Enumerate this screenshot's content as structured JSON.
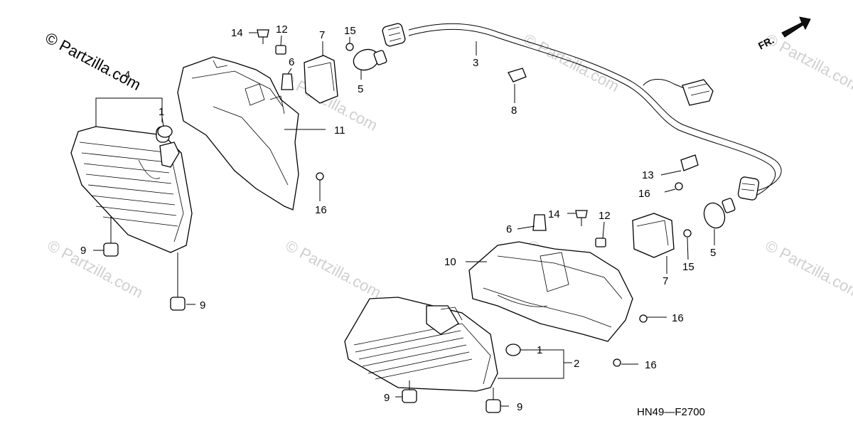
{
  "watermark_main": "© Partzilla.com",
  "watermark_faint": "© Partzilla.com",
  "direction_label": "FR.",
  "diagram_code": "HN49—F2700",
  "callouts": {
    "c1_top": "1",
    "c4": "4",
    "c9_left_a": "9",
    "c9_left_b": "9",
    "c14_top": "14",
    "c12_top": "12",
    "c6_top": "6",
    "c7_top": "7",
    "c15_top": "15",
    "c5_top": "5",
    "c11": "11",
    "c16_top": "16",
    "c3": "3",
    "c8": "8",
    "c13": "13",
    "c16_right": "16",
    "c5_right": "5",
    "c15_right": "15",
    "c7_right": "7",
    "c14_mid": "14",
    "c12_mid": "12",
    "c6_mid": "6",
    "c10": "10",
    "c16_mid": "16",
    "c16_low": "16",
    "c1_bottom": "1",
    "c2": "2",
    "c9_bottom_a": "9",
    "c9_bottom_b": "9"
  }
}
